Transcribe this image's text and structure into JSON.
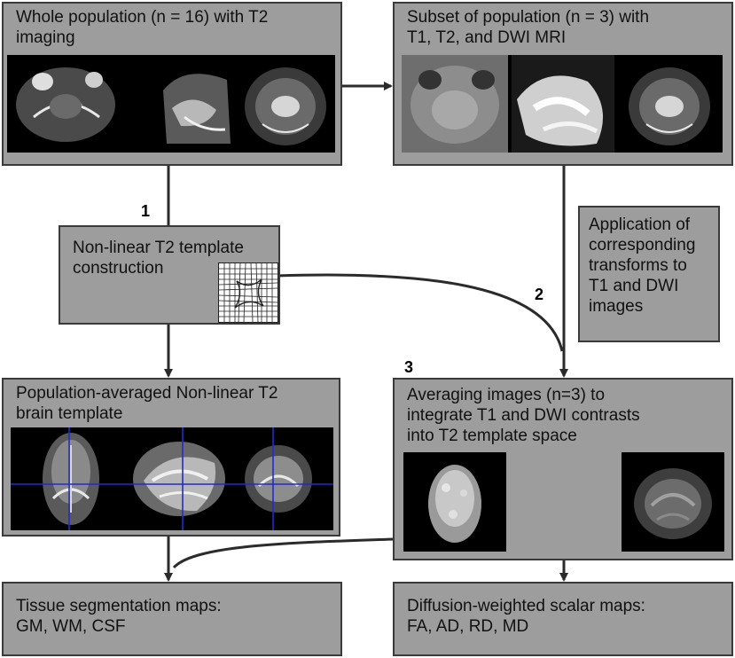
{
  "boxes": {
    "whole_population": "Whole population (n = 16) with T2\nimaging",
    "subset_population": "Subset of population (n = 3) with\nT1, T2, and DWI MRI",
    "template_construction": "Non-linear T2 template\nconstruction",
    "application_transforms": "Application of\ncorresponding\ntransforms to\nT1 and DWI\nimages",
    "population_averaged": "Population-averaged Non-linear T2\nbrain template",
    "averaging_images": "Averaging images (n=3) to\nintegrate T1 and DWI contrasts\ninto T2 template space",
    "tissue_segmentation": "Tissue segmentation maps:\nGM, WM, CSF",
    "diffusion_maps": "Diffusion-weighted scalar maps:\nFA, AD, RD, MD"
  },
  "steps": {
    "step1": "1",
    "step2": "2",
    "step3": "3"
  },
  "colors": {
    "box_fill": "#9d9d9d",
    "box_border": "#3a3a3a",
    "arrow": "#2b2b2b",
    "crosshair": "#1f2bd6"
  }
}
